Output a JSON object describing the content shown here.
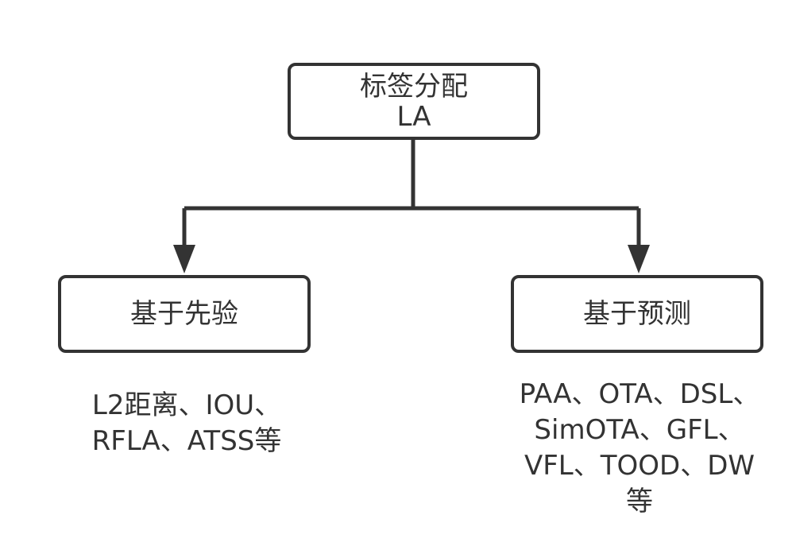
{
  "diagram": {
    "root": {
      "line1": "标签分配",
      "line2": "LA"
    },
    "left": {
      "label": "基于先验",
      "desc_lines": [
        "L2距离、IOU、",
        "RFLA、ATSS等"
      ]
    },
    "right": {
      "label": "基于预测",
      "desc_lines": [
        "PAA、OTA、DSL、",
        "SimOTA、GFL、",
        "VFL、TOOD、DW",
        "等"
      ]
    },
    "colors": {
      "stroke": "#333333",
      "text": "#333333",
      "background": "#ffffff"
    }
  }
}
